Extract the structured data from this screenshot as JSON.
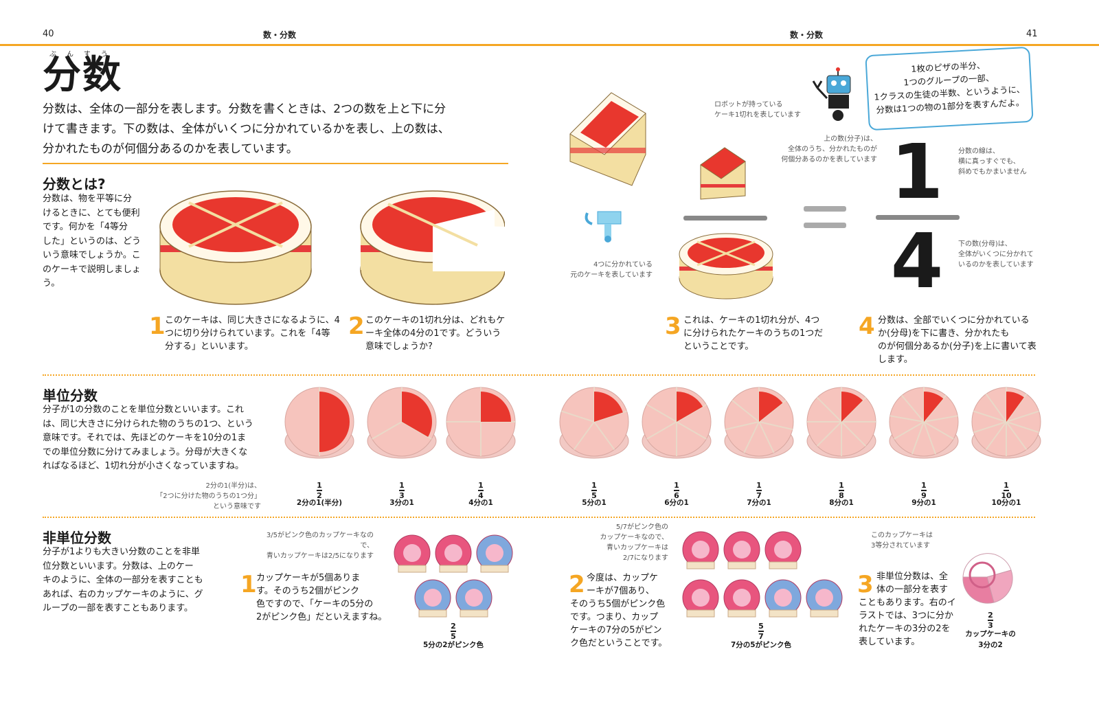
{
  "page": {
    "left_number": "40",
    "right_number": "41",
    "section_left": "数・分数",
    "section_right": "数・分数"
  },
  "title": {
    "ruby": "ぶんすう",
    "text": "分数"
  },
  "intro": [
    "分数は、全体の一部分を表します。分数を書くときは、2つの数を上と下に分",
    "けて書きます。下の数は、全体がいくつに分かれているかを表し、上の数は、",
    "分かれたものが何個分あるのかを表しています。"
  ],
  "what": {
    "heading": "分数とは?",
    "body": [
      "分数は、物を平等に分",
      "けるときに、とても便利",
      "です。何かを「4等分",
      "した」というのは、どう",
      "いう意味でしょうか。こ",
      "のケーキで説明しましょ",
      "う。"
    ]
  },
  "steps": [
    {
      "n": "1",
      "lines": [
        "このケーキは、同じ大きさになるように、4",
        "つに切り分けられています。これを「4等",
        "分する」といいます。"
      ]
    },
    {
      "n": "2",
      "lines": [
        "このケーキの1切れ分は、どれもケ",
        "ーキ全体の4分の1です。どういう",
        "意味でしょうか?"
      ]
    },
    {
      "n": "3",
      "lines": [
        "これは、ケーキの1切れ分が、4つ",
        "に分けられたケーキのうちの1つだ",
        "ということです。"
      ]
    },
    {
      "n": "4",
      "lines": [
        "分数は、全部でいくつに分かれている",
        "か(分母)を下に書き、分かれたも",
        "のが何個分あるか(分子)を上に書いて表",
        "します。"
      ]
    }
  ],
  "robot_bubble": [
    "1枚のピザの半分、",
    "1つのグループの一部、",
    "1クラスの生徒の半数、というように、",
    "分数は1つの物の1部分を表すんだよ。"
  ],
  "diagram": {
    "note_robot": [
      "ロボットが持っている",
      "ケーキ1切れを表しています"
    ],
    "note_whole": [
      "4つに分かれている",
      "元のケーキを表しています"
    ],
    "note_numerator": [
      "上の数(分子)は、",
      "全体のうち、分かれたものが",
      "何個分あるのかを表しています"
    ],
    "note_line": [
      "分数の線は、",
      "横に真っすぐでも、",
      "斜めでもかまいません"
    ],
    "note_denominator": [
      "下の数(分母)は、",
      "全体がいくつに分かれて",
      "いるのかを表しています"
    ],
    "numerator": "1",
    "denominator": "4"
  },
  "unit": {
    "heading": "単位分数",
    "body": [
      "分子が1の分数のことを単位分数といいます。これ",
      "は、同じ大きさに分けられた物のうちの1つ、という",
      "意味です。それでは、先ほどのケーキを10分の1ま",
      "での単位分数に分けてみましょう。分母が大きくな",
      "ればなるほど、1切れ分が小さくなっていますね。"
    ],
    "note": [
      "2分の1(半分)は、",
      "「2つに分けた物のうちの1つ分」",
      "という意味です"
    ],
    "items": [
      {
        "num": "1",
        "den": "2",
        "label": "2分の1(半分)"
      },
      {
        "num": "1",
        "den": "3",
        "label": "3分の1"
      },
      {
        "num": "1",
        "den": "4",
        "label": "4分の1"
      },
      {
        "num": "1",
        "den": "5",
        "label": "5分の1"
      },
      {
        "num": "1",
        "den": "6",
        "label": "6分の1"
      },
      {
        "num": "1",
        "den": "7",
        "label": "7分の1"
      },
      {
        "num": "1",
        "den": "8",
        "label": "8分の1"
      },
      {
        "num": "1",
        "den": "9",
        "label": "9分の1"
      },
      {
        "num": "1",
        "den": "10",
        "label": "10分の1"
      }
    ]
  },
  "nonunit": {
    "heading": "非単位分数",
    "body": [
      "分子が1よりも大きい分数のことを非単",
      "位分数といいます。分数は、上のケー",
      "キのように、全体の一部分を表すことも",
      "あれば、右のカップケーキのように、グ",
      "ループの一部を表すこともあります。"
    ],
    "ex1": {
      "n": "1",
      "lines": [
        "カップケーキが5個ありま",
        "す。そのうち2個がピンク",
        "色ですので、「ケーキの5分の",
        "2がピンク色」だといえますね。"
      ],
      "note": [
        "3/5がピンク色のカップケーキなので、",
        "青いカップケーキは2/5になります"
      ],
      "num": "2",
      "den": "5",
      "label": "5分の2がピンク色"
    },
    "ex2": {
      "n": "2",
      "lines": [
        "今度は、カップケ",
        "ーキが7個あり、",
        "そのうち5個がピンク色",
        "です。つまり、カップ",
        "ケーキの7分の5がピン",
        "ク色だということです。"
      ],
      "note": [
        "5/7がピンク色の",
        "カップケーキなので、",
        "青いカップケーキは",
        "2/7になります"
      ],
      "num": "5",
      "den": "7",
      "label": "7分の5がピンク色"
    },
    "ex3": {
      "n": "3",
      "lines": [
        "非単位分数は、全",
        "体の一部分を表す",
        "こともあります。右のイ",
        "ラストでは、3つに分か",
        "れたケーキの3分の2を",
        "表しています。"
      ],
      "note": [
        "このカップケーキは",
        "3等分されています"
      ],
      "num": "2",
      "den": "3",
      "label": [
        "カップケーキの",
        "3分の2"
      ]
    }
  }
}
